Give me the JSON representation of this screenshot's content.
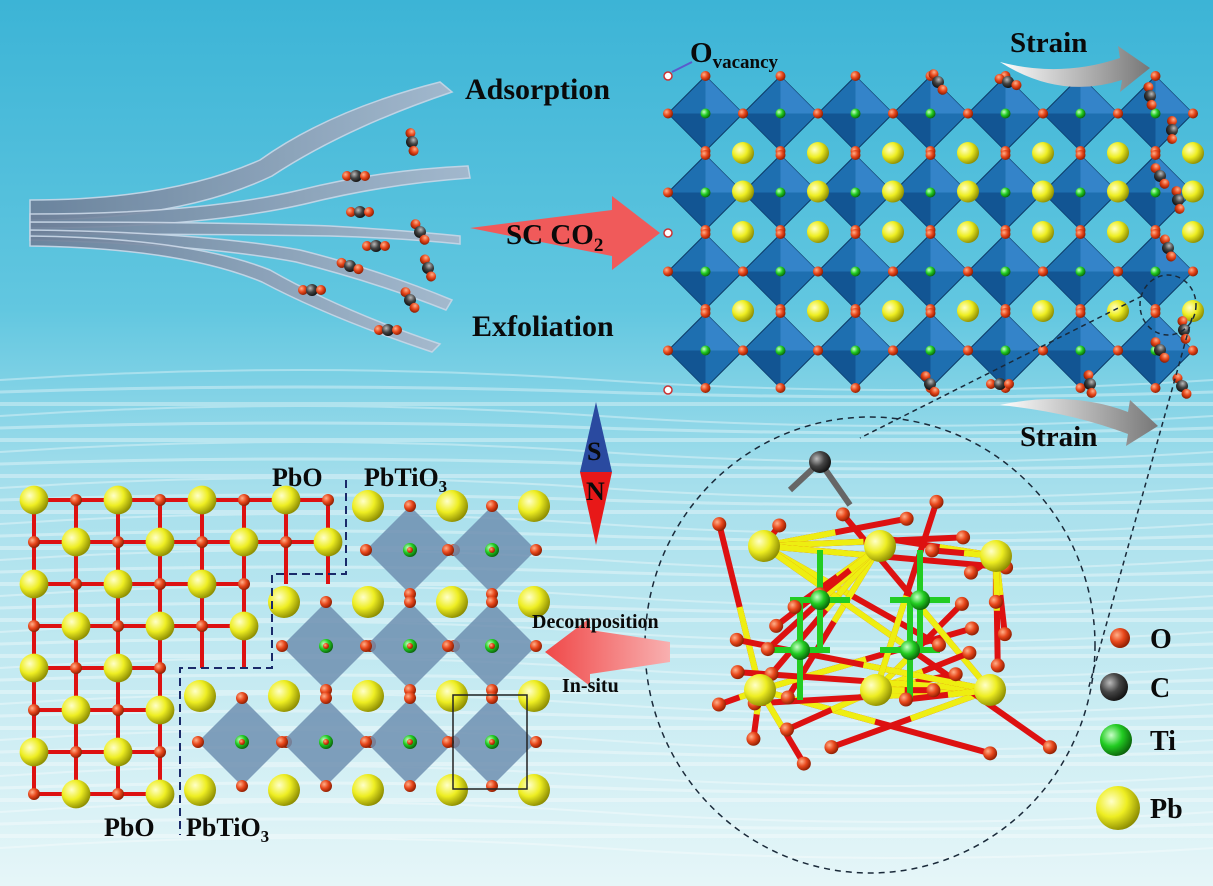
{
  "labels": {
    "adsorption": "Adsorption",
    "exfoliation": "Exfoliation",
    "sc_co2_main": "SC CO",
    "sc_co2_sub": "2",
    "o_vacancy_main": "O",
    "o_vacancy_sub": "vacancy",
    "strain_top": "Strain",
    "strain_bottom": "Strain",
    "compass_s": "S",
    "compass_n": "N",
    "pbo_top": "PbO",
    "pbtio3_top_main": "PbTiO",
    "pbtio3_top_sub": "3",
    "pbo_bottom": "PbO",
    "pbtio3_bottom_main": "PbTiO",
    "pbtio3_bottom_sub": "3",
    "decomposition": "Decomposition",
    "in_situ": "In-situ"
  },
  "legend": [
    {
      "symbol": "O",
      "color": "#e8481c"
    },
    {
      "symbol": "C",
      "color": "#3a3a3a"
    },
    {
      "symbol": "Ti",
      "color": "#22cc22"
    },
    {
      "symbol": "Pb",
      "color": "#f2f22a"
    }
  ],
  "colors": {
    "water_top": "#3fb6d8",
    "water_bottom": "#dff3f6",
    "octahedron": "#1e6fb0",
    "arrow_red": "#f05050",
    "bond_red": "#dd1111",
    "bond_yellow": "#eeee11"
  }
}
